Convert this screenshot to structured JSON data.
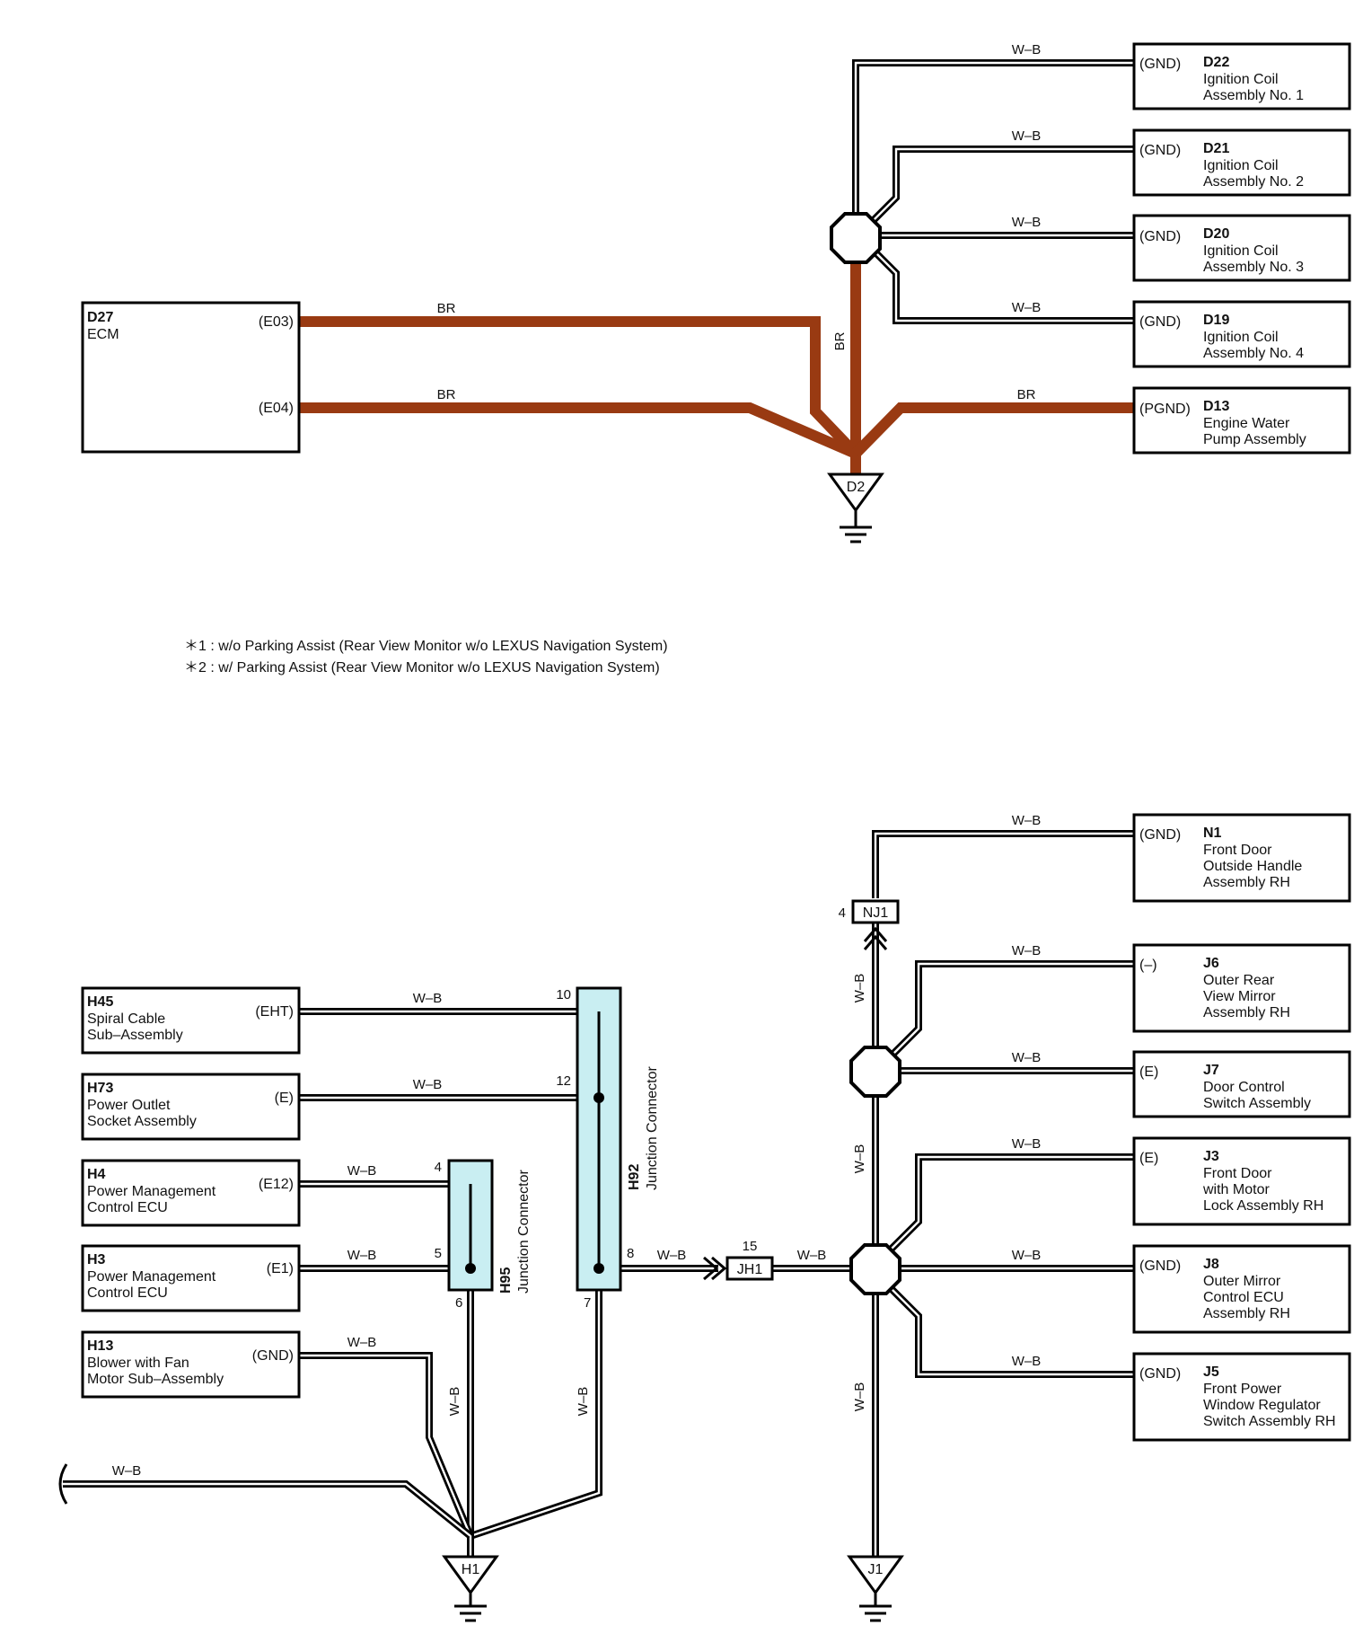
{
  "wire_colors": {
    "BR": "#993a12",
    "W-B": "#000000",
    "junction_connector_fill": "#c9eef2"
  },
  "notes": [
    "＊1 : w/o Parking Assist (Rear View Monitor w/o LEXUS Navigation System)",
    "＊2 : w/ Parking Assist (Rear View Monitor w/o LEXUS Navigation System)"
  ],
  "top": {
    "ecm": {
      "code": "D27",
      "name": "ECM",
      "pin1": "(E03)",
      "pin2": "(E04)"
    },
    "ground": "D2",
    "wire_labels": {
      "br1": "BR",
      "br2": "BR",
      "br_vertical": "BR",
      "br_pump": "BR",
      "wb": "W–B"
    },
    "components": [
      {
        "pin": "(GND)",
        "code": "D22",
        "lines": [
          "Ignition Coil",
          "Assembly No.  1"
        ]
      },
      {
        "pin": "(GND)",
        "code": "D21",
        "lines": [
          "Ignition Coil",
          "Assembly No.  2"
        ]
      },
      {
        "pin": "(GND)",
        "code": "D20",
        "lines": [
          "Ignition Coil",
          "Assembly No.  3"
        ]
      },
      {
        "pin": "(GND)",
        "code": "D19",
        "lines": [
          "Ignition Coil",
          "Assembly No.  4"
        ]
      },
      {
        "pin": "(PGND)",
        "code": "D13",
        "lines": [
          "Engine Water",
          "Pump Assembly"
        ]
      }
    ]
  },
  "bottom": {
    "left_components": [
      {
        "code": "H45",
        "lines": [
          "Spiral Cable",
          "Sub–Assembly"
        ],
        "pin": "(EHT)"
      },
      {
        "code": "H73",
        "lines": [
          "Power Outlet",
          "Socket Assembly"
        ],
        "pin": "(E)"
      },
      {
        "code": "H4",
        "lines": [
          "Power Management",
          "Control ECU"
        ],
        "pin": "(E12)"
      },
      {
        "code": "H3",
        "lines": [
          "Power Management",
          "Control ECU"
        ],
        "pin": "(E1)"
      },
      {
        "code": "H13",
        "lines": [
          "Blower with Fan",
          "Motor Sub–Assembly"
        ],
        "pin": "(GND)"
      }
    ],
    "junction_connectors": {
      "h92": {
        "code": "H92",
        "name": "Junction Connector",
        "pins": {
          "p10": "10",
          "p12": "12",
          "p8": "8",
          "p7": "7"
        }
      },
      "h95": {
        "code": "H95",
        "name": "Junction Connector",
        "pins": {
          "p4": "4",
          "p5": "5",
          "p6": "6"
        }
      }
    },
    "inline_connectors": {
      "jh1": {
        "code": "JH1",
        "pin": "15"
      },
      "nj1": {
        "code": "NJ1",
        "pin": "4"
      }
    },
    "grounds": {
      "h1": "H1",
      "j1": "J1"
    },
    "wire_label": "W–B",
    "right_components": [
      {
        "pin": "(GND)",
        "code": "N1",
        "lines": [
          "Front Door",
          "Outside Handle",
          "Assembly RH"
        ]
      },
      {
        "pin": "(–)",
        "code": "J6",
        "lines": [
          "Outer Rear",
          "View Mirror",
          "Assembly RH"
        ]
      },
      {
        "pin": "(E)",
        "code": "J7",
        "lines": [
          "Door Control",
          "Switch Assembly"
        ]
      },
      {
        "pin": "(E)",
        "code": "J3",
        "lines": [
          "Front Door",
          "with Motor",
          "Lock Assembly RH"
        ]
      },
      {
        "pin": "(GND)",
        "code": "J8",
        "lines": [
          "Outer Mirror",
          "Control ECU",
          "Assembly RH"
        ]
      },
      {
        "pin": "(GND)",
        "code": "J5",
        "lines": [
          "Front Power",
          "Window Regulator",
          "Switch Assembly RH"
        ]
      }
    ]
  }
}
